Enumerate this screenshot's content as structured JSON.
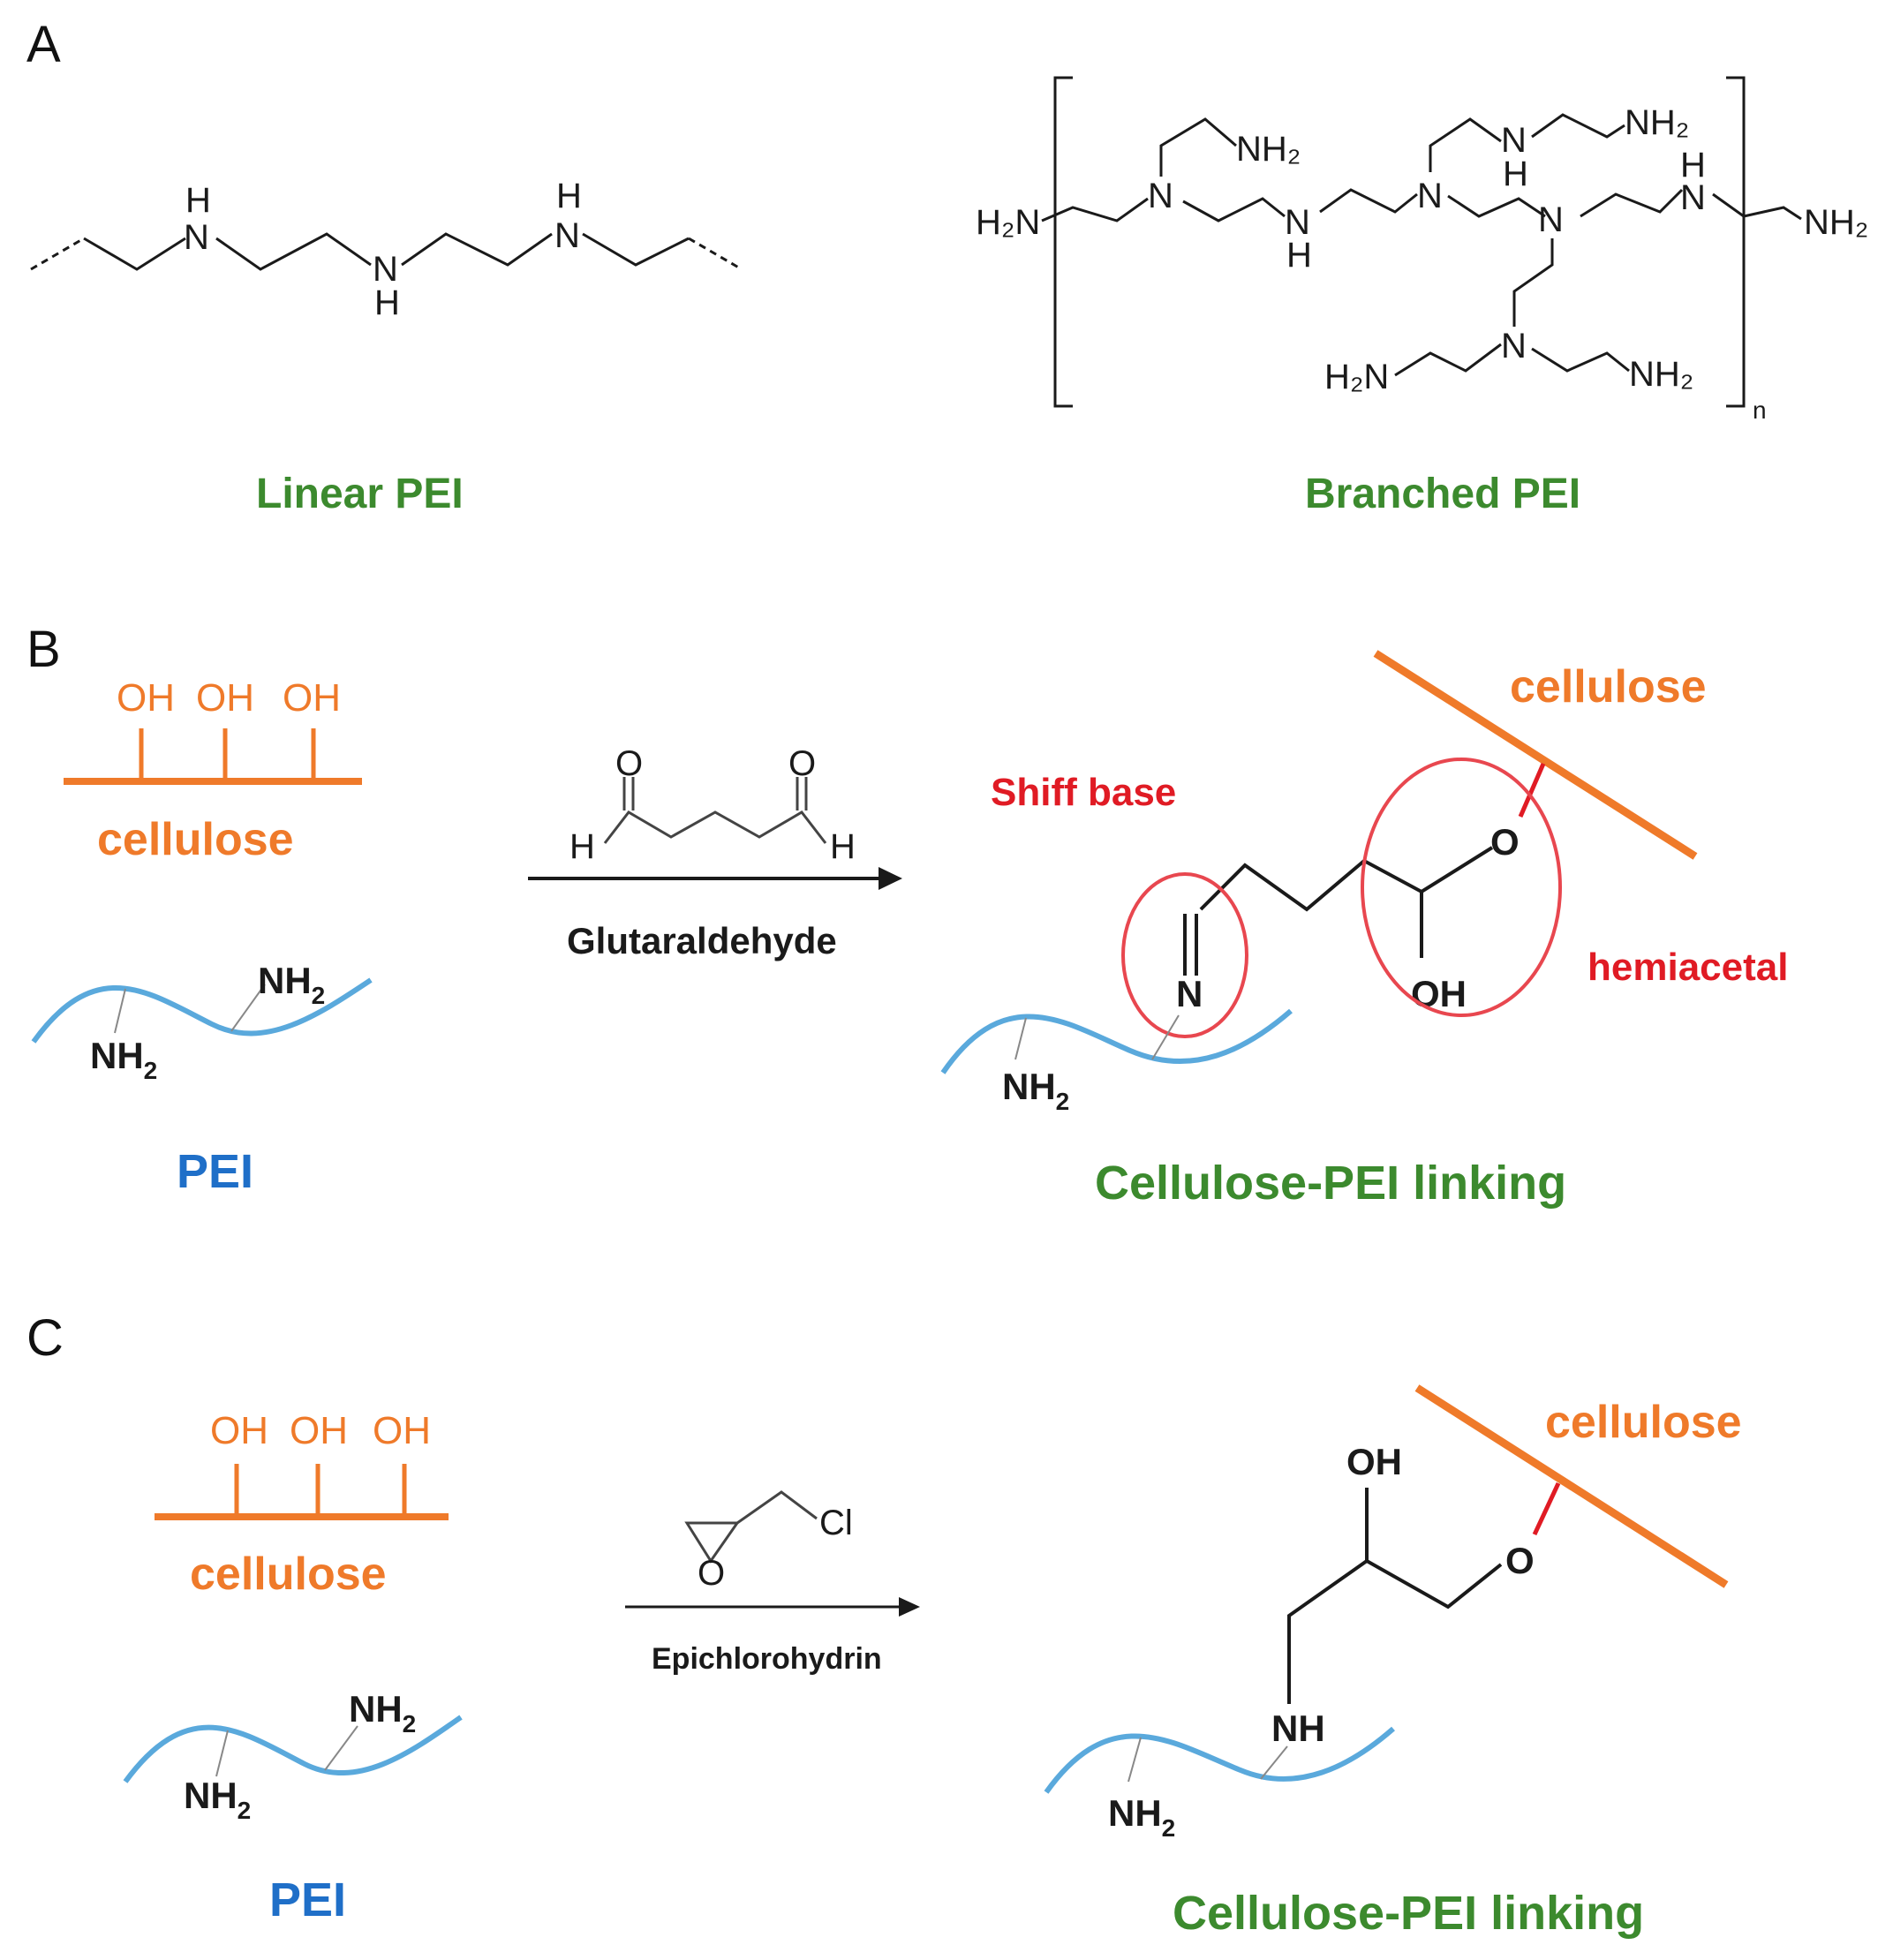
{
  "colors": {
    "cellulose": "#ef7a2a",
    "pei": "#5aa9dc",
    "pei_label": "#1f6fc8",
    "caption_green": "#3c8a2e",
    "highlight_red": "#e01b24",
    "circle_red": "#e8474f",
    "black": "#1a1a1a"
  },
  "panel_a": {
    "letter": "A",
    "linear": {
      "caption": "Linear PEI",
      "h": "H",
      "n": "N"
    },
    "branched": {
      "caption": "Branched PEI",
      "h2n": "H₂N",
      "nh2": "NH₂",
      "n": "N",
      "h": "H",
      "subscript": "n"
    }
  },
  "panel_b": {
    "letter": "B",
    "oh": "OH",
    "cellulose_label": "cellulose",
    "nh2": "NH",
    "sub2": "2",
    "pei_label": "PEI",
    "reagent": {
      "o": "O",
      "h": "H",
      "name": "Glutaraldehyde"
    },
    "product": {
      "cellulose_label": "cellulose",
      "shiff_base": "Shiff base",
      "hemiacetal": "hemiacetal",
      "n": "N",
      "o": "O",
      "oh": "OH",
      "nh2": "NH",
      "sub2": "2",
      "caption": "Cellulose-PEI linking"
    }
  },
  "panel_c": {
    "letter": "C",
    "oh": "OH",
    "cellulose_label": "cellulose",
    "nh2": "NH",
    "sub2": "2",
    "pei_label": "PEI",
    "reagent": {
      "o": "O",
      "cl": "Cl",
      "name": "Epichlorohydrin"
    },
    "product": {
      "cellulose_label": "cellulose",
      "oh": "OH",
      "o": "O",
      "nh": "NH",
      "nh2": "NH",
      "sub2": "2",
      "caption": "Cellulose-PEI linking"
    }
  }
}
